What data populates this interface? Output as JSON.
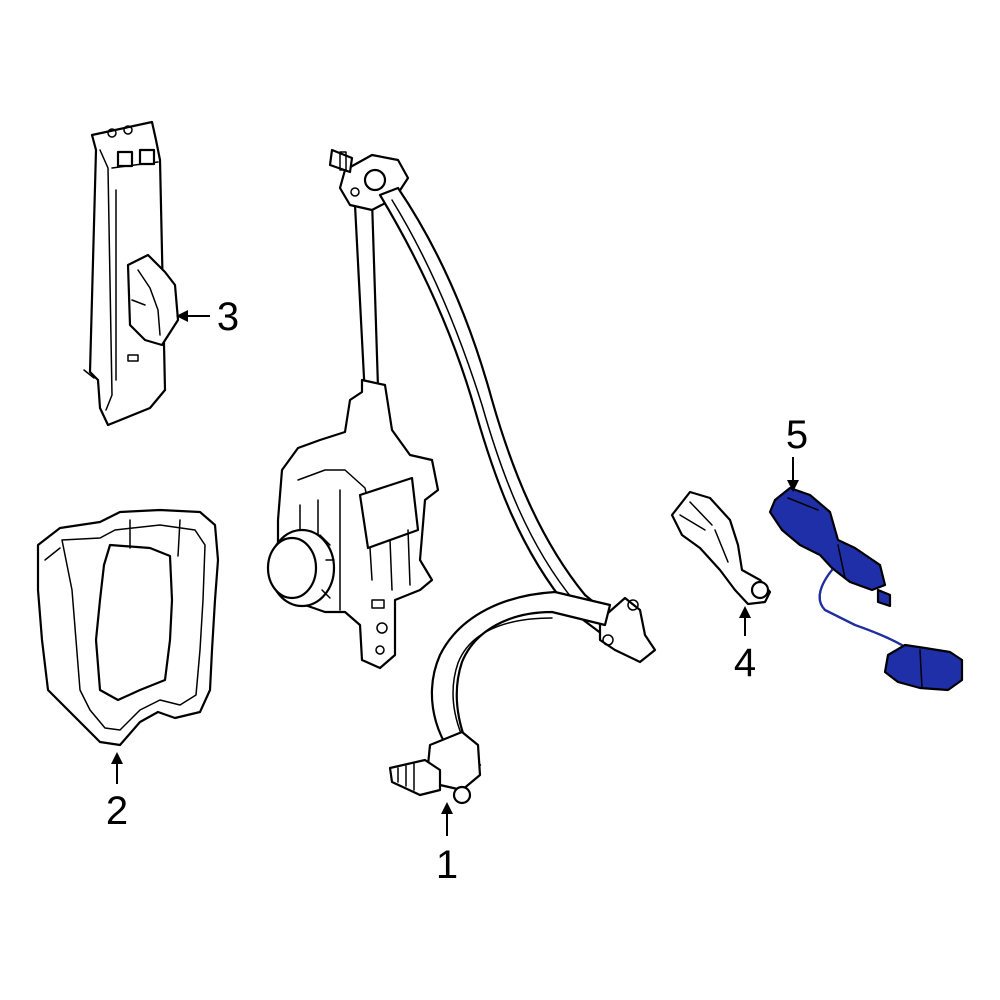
{
  "diagram": {
    "highlight_color": "#1f2fa8",
    "callouts": [
      {
        "id": "1",
        "text": "1"
      },
      {
        "id": "2",
        "text": "2"
      },
      {
        "id": "3",
        "text": "3"
      },
      {
        "id": "4",
        "text": "4"
      },
      {
        "id": "5",
        "text": "5"
      }
    ]
  }
}
